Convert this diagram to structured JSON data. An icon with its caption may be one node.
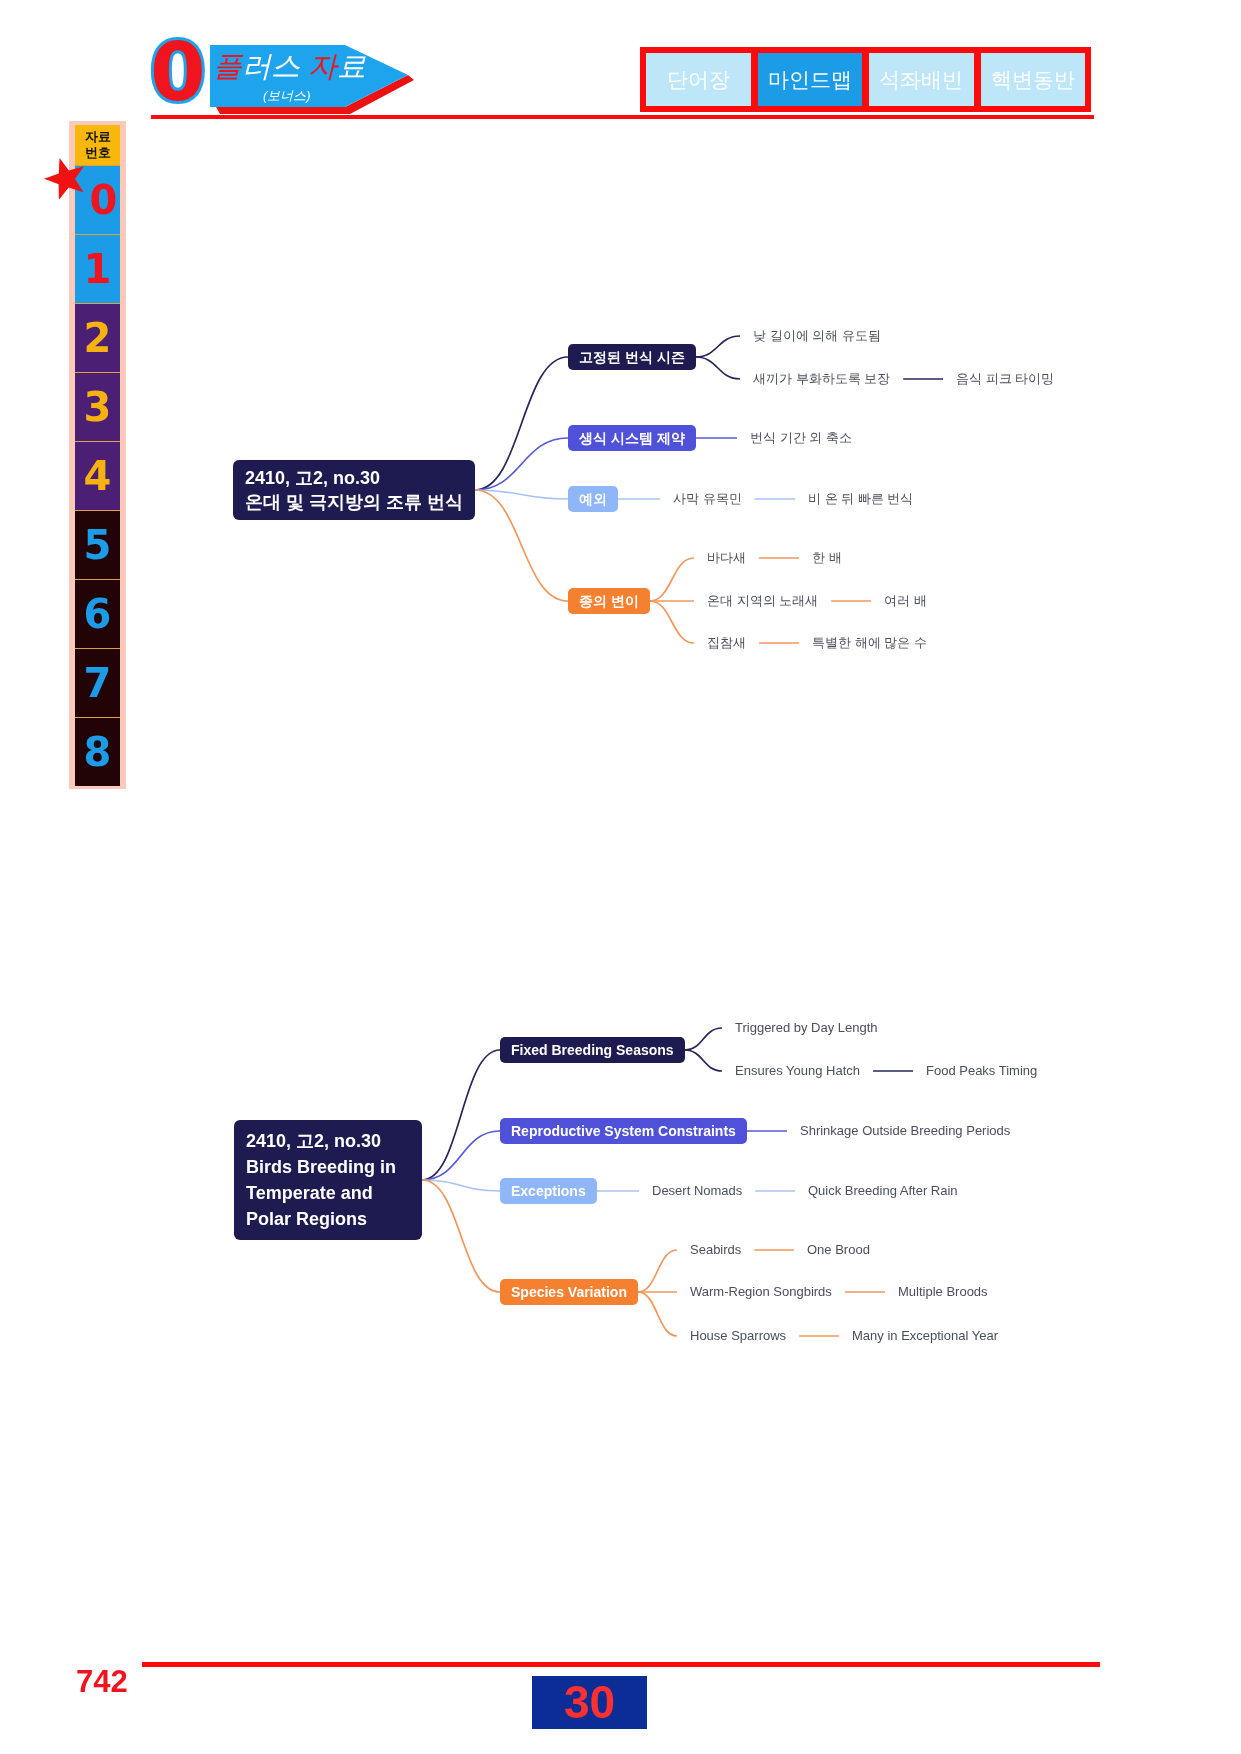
{
  "diagram": {
    "nodes": [
      {
        "text": [
          "2410, 고2, no.30",
          "온대 및 극지방의 조류 번식"
        ]
      },
      {
        "text": [
          "고정된 번식 시즌"
        ]
      },
      {
        "text": [
          "낮 길이에 의해 유도됨"
        ]
      },
      {
        "text": [
          "새끼가 부화하도록 보장"
        ]
      },
      {
        "text": [
          "음식 피크 타이밍"
        ]
      },
      {
        "text": [
          "생식 시스템 제약"
        ]
      },
      {
        "text": [
          "번식 기간 외 축소"
        ]
      },
      {
        "text": [
          "예외"
        ]
      },
      {
        "text": [
          "사막 유목민"
        ]
      },
      {
        "text": [
          "비 온 뒤 빠른 번식"
        ]
      },
      {
        "text": [
          "종의 변이"
        ]
      },
      {
        "text": [
          "바다새"
        ]
      },
      {
        "text": [
          "한 배"
        ]
      },
      {
        "text": [
          "온대 지역의 노래새"
        ]
      },
      {
        "text": [
          "여러 배"
        ]
      },
      {
        "text": [
          "집참새"
        ]
      },
      {
        "text": [
          "특별한 해에 많은 수"
        ]
      },
      {
        "text": [
          "2410, 고2, no.30",
          "Birds Breeding in Temperate and Polar Regions"
        ]
      },
      {
        "text": [
          "Fixed Breeding Seasons"
        ]
      },
      {
        "text": [
          "Triggered by Day Length"
        ]
      },
      {
        "text": [
          "Ensures Young Hatch"
        ]
      },
      {
        "text": [
          "Food Peaks Timing"
        ]
      },
      {
        "text": [
          "Reproductive System Constraints"
        ]
      },
      {
        "text": [
          "Shrinkage Outside Breeding Periods"
        ]
      },
      {
        "text": [
          "Exceptions"
        ]
      },
      {
        "text": [
          "Desert Nomads"
        ]
      },
      {
        "text": [
          "Quick Breeding After Rain"
        ]
      },
      {
        "text": [
          "Species Variation"
        ]
      },
      {
        "text": [
          "Seabirds"
        ]
      },
      {
        "text": [
          "One Brood"
        ]
      },
      {
        "text": [
          "Warm-Region Songbirds"
        ]
      },
      {
        "text": [
          "Multiple Broods"
        ]
      },
      {
        "text": [
          "House Sparrows"
        ]
      },
      {
        "text": [
          "Many in Exceptional Year"
        ]
      }
    ],
    "edges": [
      {
        "from": 0,
        "to": 1,
        "arrow": "none",
        "color": "#27265c"
      },
      {
        "from": 0,
        "to": 5,
        "arrow": "none",
        "color": "#5558d8"
      },
      {
        "from": 0,
        "to": 7,
        "arrow": "none",
        "color": "#a7c3f5"
      },
      {
        "from": 0,
        "to": 10,
        "arrow": "none"
      },
      {
        "from": 1,
        "to": 2,
        "arrow": "none",
        "color": "#27265c"
      },
      {
        "from": 1,
        "to": 3,
        "arrow": "none",
        "color": "#27265c"
      },
      {
        "from": 3,
        "to": 4,
        "arrow": "none",
        "color": "#27265c"
      },
      {
        "from": 5,
        "to": 6,
        "arrow": "none",
        "color": "#5558d8"
      },
      {
        "from": 7,
        "to": 8,
        "arrow": "none",
        "color": "#a7c3f5"
      },
      {
        "from": 8,
        "to": 9,
        "arrow": "none",
        "color": "#a7c3f5"
      },
      {
        "from": 10,
        "to": 11,
        "arrow": "none"
      },
      {
        "from": 11,
        "to": 12,
        "arrow": "none"
      },
      {
        "from": 10,
        "to": 13,
        "arrow": "none"
      },
      {
        "from": 13,
        "to": 14,
        "arrow": "none"
      },
      {
        "from": 10,
        "to": 15,
        "arrow": "none"
      },
      {
        "from": 15,
        "to": 16,
        "arrow": "none"
      },
      {
        "from": 17,
        "to": 18,
        "arrow": "none",
        "color": "#27265c"
      },
      {
        "from": 17,
        "to": 22,
        "arrow": "none",
        "color": "#5558d8"
      },
      {
        "from": 17,
        "to": 24,
        "arrow": "none",
        "color": "#a7c3f5"
      },
      {
        "from": 17,
        "to": 27,
        "arrow": "none"
      },
      {
        "from": 18,
        "to": 19,
        "arrow": "none",
        "color": "#27265c"
      },
      {
        "from": 18,
        "to": 20,
        "arrow": "none",
        "color": "#27265c"
      },
      {
        "from": 20,
        "to": 21,
        "arrow": "none",
        "color": "#27265c"
      },
      {
        "from": 22,
        "to": 23,
        "arrow": "none",
        "color": "#5558d8"
      },
      {
        "from": 24,
        "to": 25,
        "arrow": "none",
        "color": "#a7c3f5"
      },
      {
        "from": 25,
        "to": 26,
        "arrow": "none",
        "color": "#a7c3f5"
      },
      {
        "from": 27,
        "to": 28,
        "arrow": "none"
      },
      {
        "from": 28,
        "to": 29,
        "arrow": "none"
      },
      {
        "from": 27,
        "to": 30,
        "arrow": "none"
      },
      {
        "from": 30,
        "to": 31,
        "arrow": "none"
      },
      {
        "from": 27,
        "to": 32,
        "arrow": "none"
      },
      {
        "from": 32,
        "to": 33,
        "arrow": "none"
      }
    ],
    "labels": [
      "0",
      "플러스 자료",
      "(보너스)",
      "단어장",
      "마인드맵",
      "석좌배빈",
      "핵변동반",
      "자료 번호",
      "0",
      "1",
      "2",
      "3",
      "4",
      "5",
      "6",
      "7",
      "8",
      "742",
      "30"
    ]
  }
}
